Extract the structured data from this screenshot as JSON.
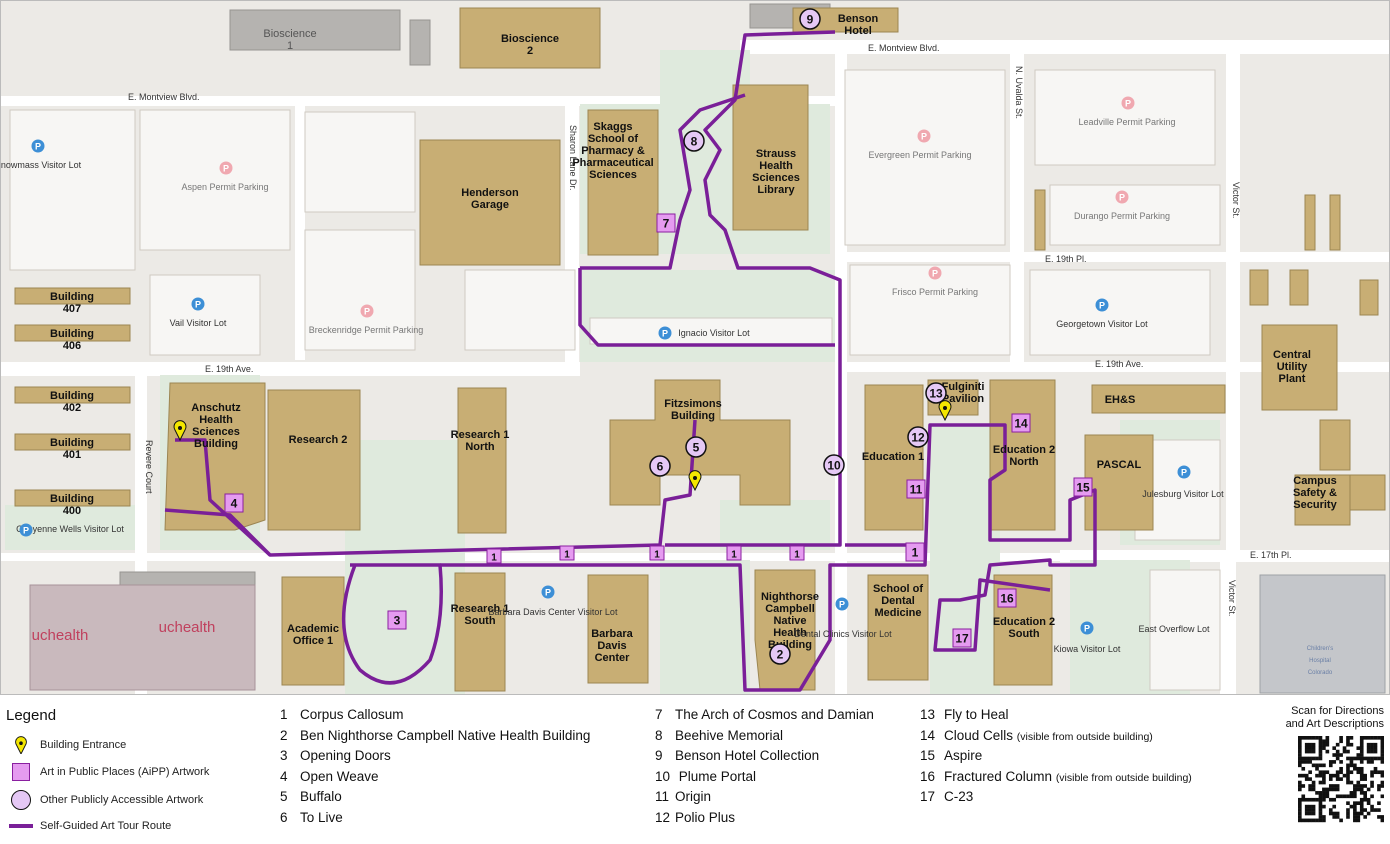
{
  "map": {
    "buildings": {
      "bioscience2": "Bioscience 2",
      "bioscience1": "Bioscience 1",
      "benson_hotel": "Benson Hotel",
      "henderson_garage": "Henderson Garage",
      "skaggs": "Skaggs School of Pharmacy & Pharmaceutical Sciences",
      "strauss": "Strauss Health Sciences Library",
      "building407": "Building 407",
      "building406": "Building 406",
      "building402": "Building 402",
      "building401": "Building 401",
      "building400": "Building 400",
      "anschutz": "Anschutz Health Sciences Building",
      "research2": "Research 2",
      "research1n": "Research 1 North",
      "research1s": "Research 1 South",
      "fitzsimons": "Fitzsimons Building",
      "education1": "Education 1",
      "education2n": "Education 2 North",
      "education2s": "Education 2 South",
      "fulginiti": "Fulginiti Pavilion",
      "central_utility": "Central Utility Plant",
      "ehs": "EH&S",
      "pascal": "PASCAL",
      "campus_safety": "Campus Safety & Security",
      "academic_office": "Academic Office 1",
      "barbara_davis": "Barbara Davis Center",
      "nighthorse": "Nighthorse Campbell Native Health Building",
      "dental": "School of Dental Medicine",
      "uchealth1": "uchealth",
      "uchealth2": "uchealth",
      "childrens": "Children's Hospital Colorado"
    },
    "parking": {
      "snowmass": "Snowmass Visitor Lot",
      "aspen": "Aspen Permit Parking",
      "vail": "Vail Visitor Lot",
      "breckenridge": "Breckenridge Permit Parking",
      "ignacio": "Ignacio Visitor Lot",
      "evergreen": "Evergreen Permit Parking",
      "leadville": "Leadville Permit Parking",
      "durango": "Durango Permit Parking",
      "frisco": "Frisco Permit Parking",
      "georgetown": "Georgetown Visitor Lot",
      "julesburg": "Julesburg Visitor Lot",
      "cheyenne": "Cheyenne Wells Visitor Lot",
      "barbara_davis_lot": "Barbara Davis Center Visitor Lot",
      "dental_clinics": "Dental Clinics Visitor Lot",
      "kiowa": "Kiowa Visitor Lot",
      "east_overflow": "East Overflow Lot"
    },
    "streets": {
      "montview_w": "E. Montview Blvd.",
      "montview_e": "E. Montview Blvd.",
      "sharon_lane": "Sharon Lane Dr.",
      "uvalda": "N. Uvalda St.",
      "victor_n": "Victor St.",
      "victor_s": "Victor St.",
      "e19th_pl": "E. 19th Pl.",
      "e19th_ave_w": "E. 19th Ave.",
      "e19th_ave_e": "E. 19th Ave.",
      "revere": "Revere Court",
      "e17th_pl": "E. 17th Pl."
    },
    "parking_icon": "P",
    "art_markers": {
      "m1a": "1",
      "m1b": "1",
      "m1c": "1",
      "m1d": "1",
      "m1e": "1",
      "m1f": "1",
      "m2": "2",
      "m3": "3",
      "m4": "4",
      "m5": "5",
      "m6": "6",
      "m7": "7",
      "m8": "8",
      "m9": "9",
      "m10": "10",
      "m11": "11",
      "m12": "12",
      "m13": "13",
      "m14": "14",
      "m15": "15",
      "m16": "16",
      "m17": "17"
    },
    "colors": {
      "building": "#c8ae74",
      "building_stroke": "#9c8652",
      "route": "#7a1f98",
      "aipp": "#e59bf0",
      "other_art": "#e5c8f5",
      "green": "#dfeadd",
      "parking_blue": "#3d8fd6",
      "parking_pink": "#f0a8b0"
    }
  },
  "legend": {
    "title": "Legend",
    "entrance": "Building Entrance",
    "aipp": "Art in Public Places (AiPP) Artwork",
    "other": "Other Publicly Accessible Artwork",
    "route": "Self-Guided Art Tour Route"
  },
  "artworks": [
    {
      "num": "1",
      "title": "Corpus Callosum",
      "note": ""
    },
    {
      "num": "2",
      "title": "Ben Nighthorse Campbell Native Health Building",
      "note": ""
    },
    {
      "num": "3",
      "title": "Opening Doors",
      "note": ""
    },
    {
      "num": "4",
      "title": "Open Weave",
      "note": ""
    },
    {
      "num": "5",
      "title": "Buffalo",
      "note": ""
    },
    {
      "num": "6",
      "title": "To Live",
      "note": ""
    },
    {
      "num": "7",
      "title": "The Arch of Cosmos and Damian",
      "note": ""
    },
    {
      "num": "8",
      "title": "Beehive Memorial",
      "note": ""
    },
    {
      "num": "9",
      "title": "Benson Hotel Collection",
      "note": ""
    },
    {
      "num": "10",
      "title": " Plume Portal",
      "note": ""
    },
    {
      "num": "11",
      "title": "Origin",
      "note": ""
    },
    {
      "num": "12",
      "title": "Polio Plus",
      "note": ""
    },
    {
      "num": "13",
      "title": "Fly to Heal",
      "note": ""
    },
    {
      "num": "14",
      "title": "Cloud Cells",
      "note": "(visible from outside building)"
    },
    {
      "num": "15",
      "title": "Aspire",
      "note": ""
    },
    {
      "num": "16",
      "title": "Fractured Column",
      "note": "(visible from outside building)"
    },
    {
      "num": "17",
      "title": "C-23",
      "note": ""
    }
  ],
  "qr": {
    "line1": "Scan for Directions",
    "line2": "and Art Descriptions"
  }
}
